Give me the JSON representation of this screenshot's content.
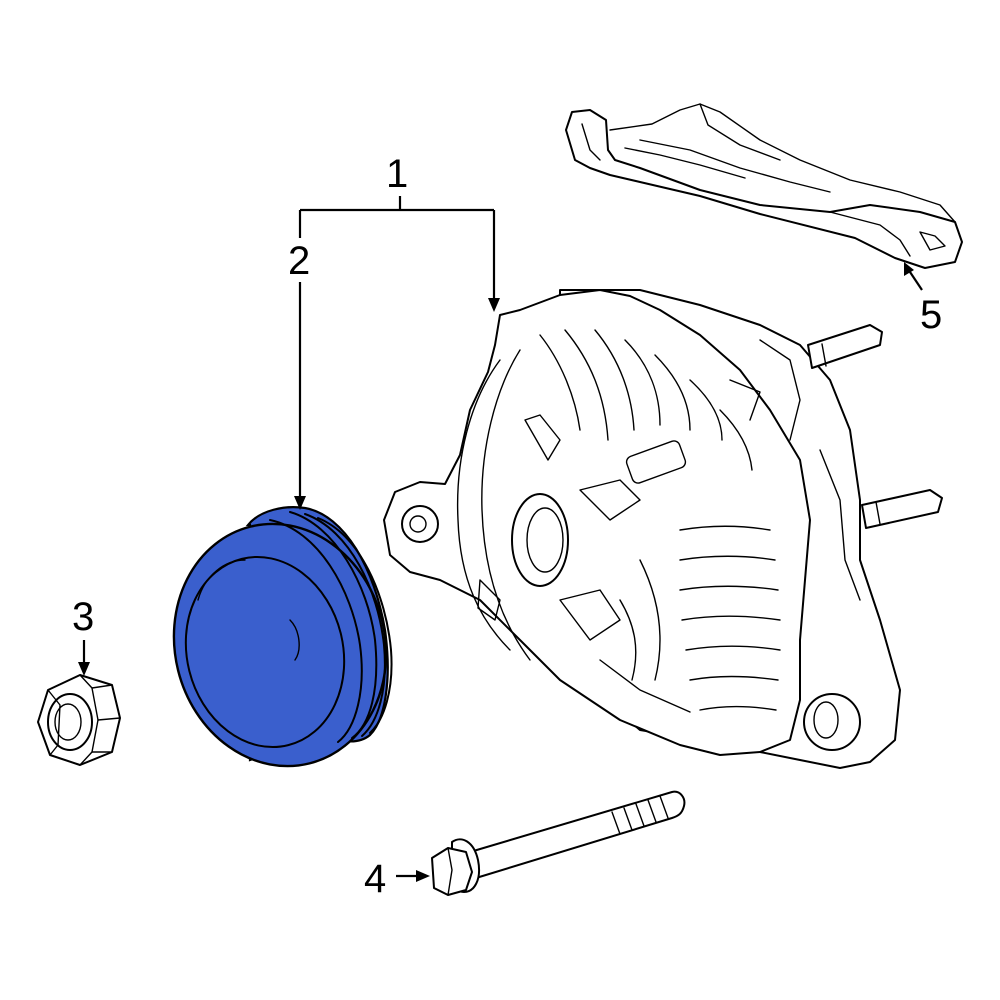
{
  "colors": {
    "highlight": "#3a5fcd",
    "line": "#000000",
    "background": "#ffffff"
  },
  "callouts": [
    {
      "id": "1",
      "label": "1"
    },
    {
      "id": "2",
      "label": "2"
    },
    {
      "id": "3",
      "label": "3"
    },
    {
      "id": "4",
      "label": "4"
    },
    {
      "id": "5",
      "label": "5"
    }
  ],
  "highlighted_part": "2"
}
